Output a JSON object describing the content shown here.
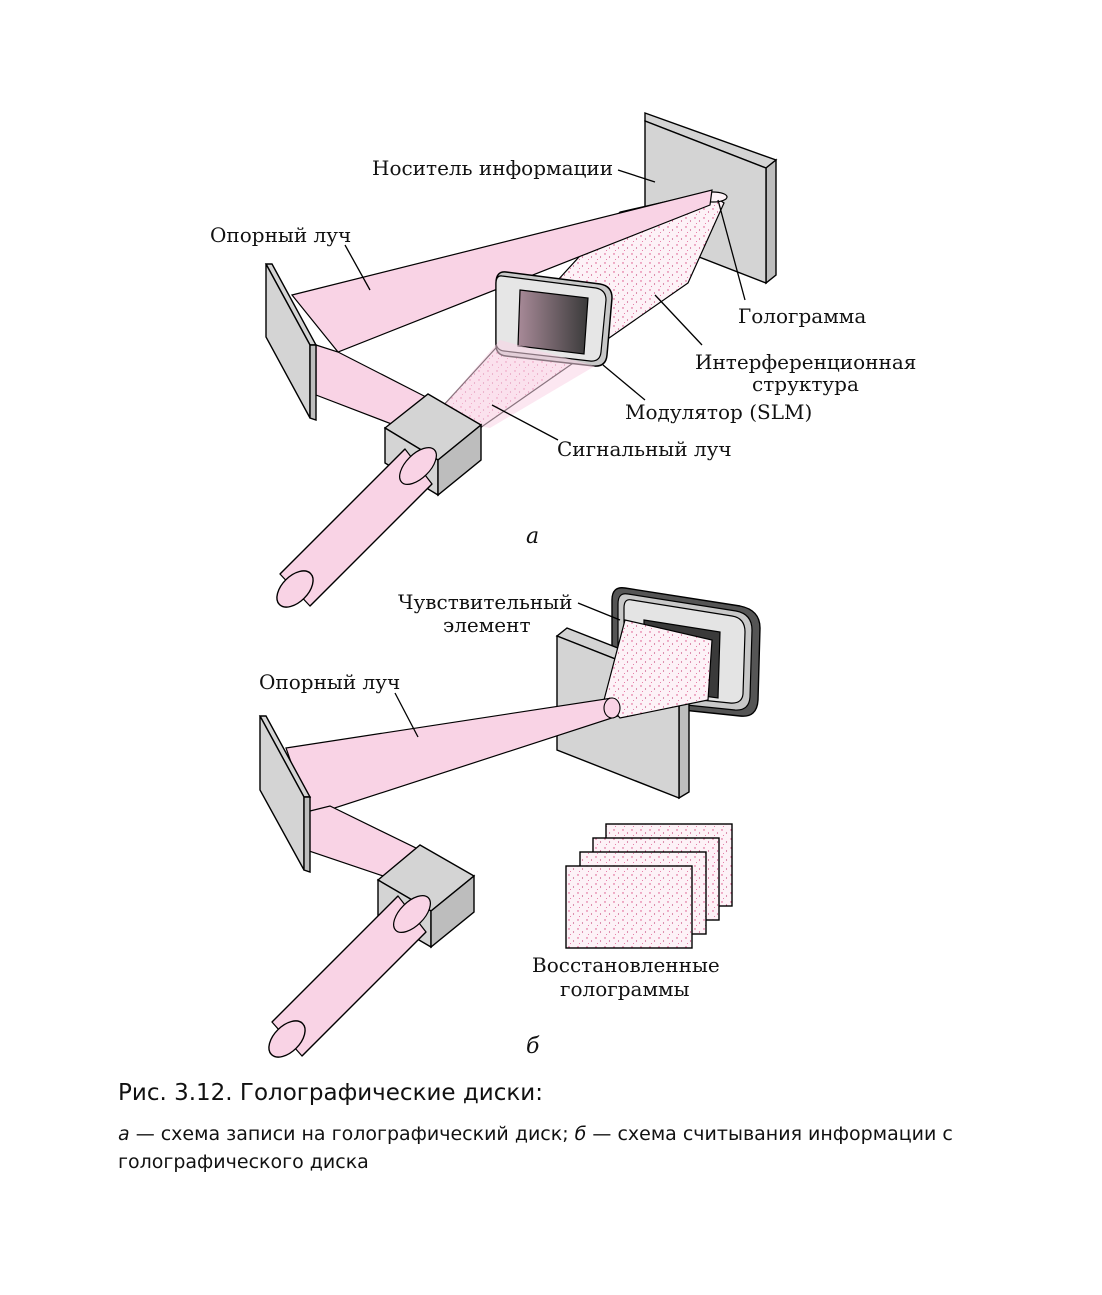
{
  "figure": {
    "part_a": {
      "letter": "а",
      "labels": {
        "medium": "Носитель информации",
        "reference_beam": "Опорный луч",
        "hologram": "Голограмма",
        "interference_line1": "Интерференционная",
        "interference_line2": "структура",
        "modulator": "Модулятор (SLM)",
        "signal_beam": "Сигнальный луч"
      }
    },
    "part_b": {
      "letter": "б",
      "labels": {
        "sensor_line1": "Чувствительный",
        "sensor_line2": "элемент",
        "reference_beam": "Опорный луч",
        "restored_line1": "Восстановленные",
        "restored_line2": "голограммы"
      }
    }
  },
  "caption": {
    "title": "Рис. 3.12. Голографические диски:",
    "a_letter": "а",
    "a_text": " — схема записи на голографический диск; ",
    "b_letter": "б",
    "b_text": " — схема считывания информации с голографического диска"
  },
  "colors": {
    "beam": "#f9d3e5",
    "dots": "#d9467f",
    "panel": "#d4d4d4"
  }
}
